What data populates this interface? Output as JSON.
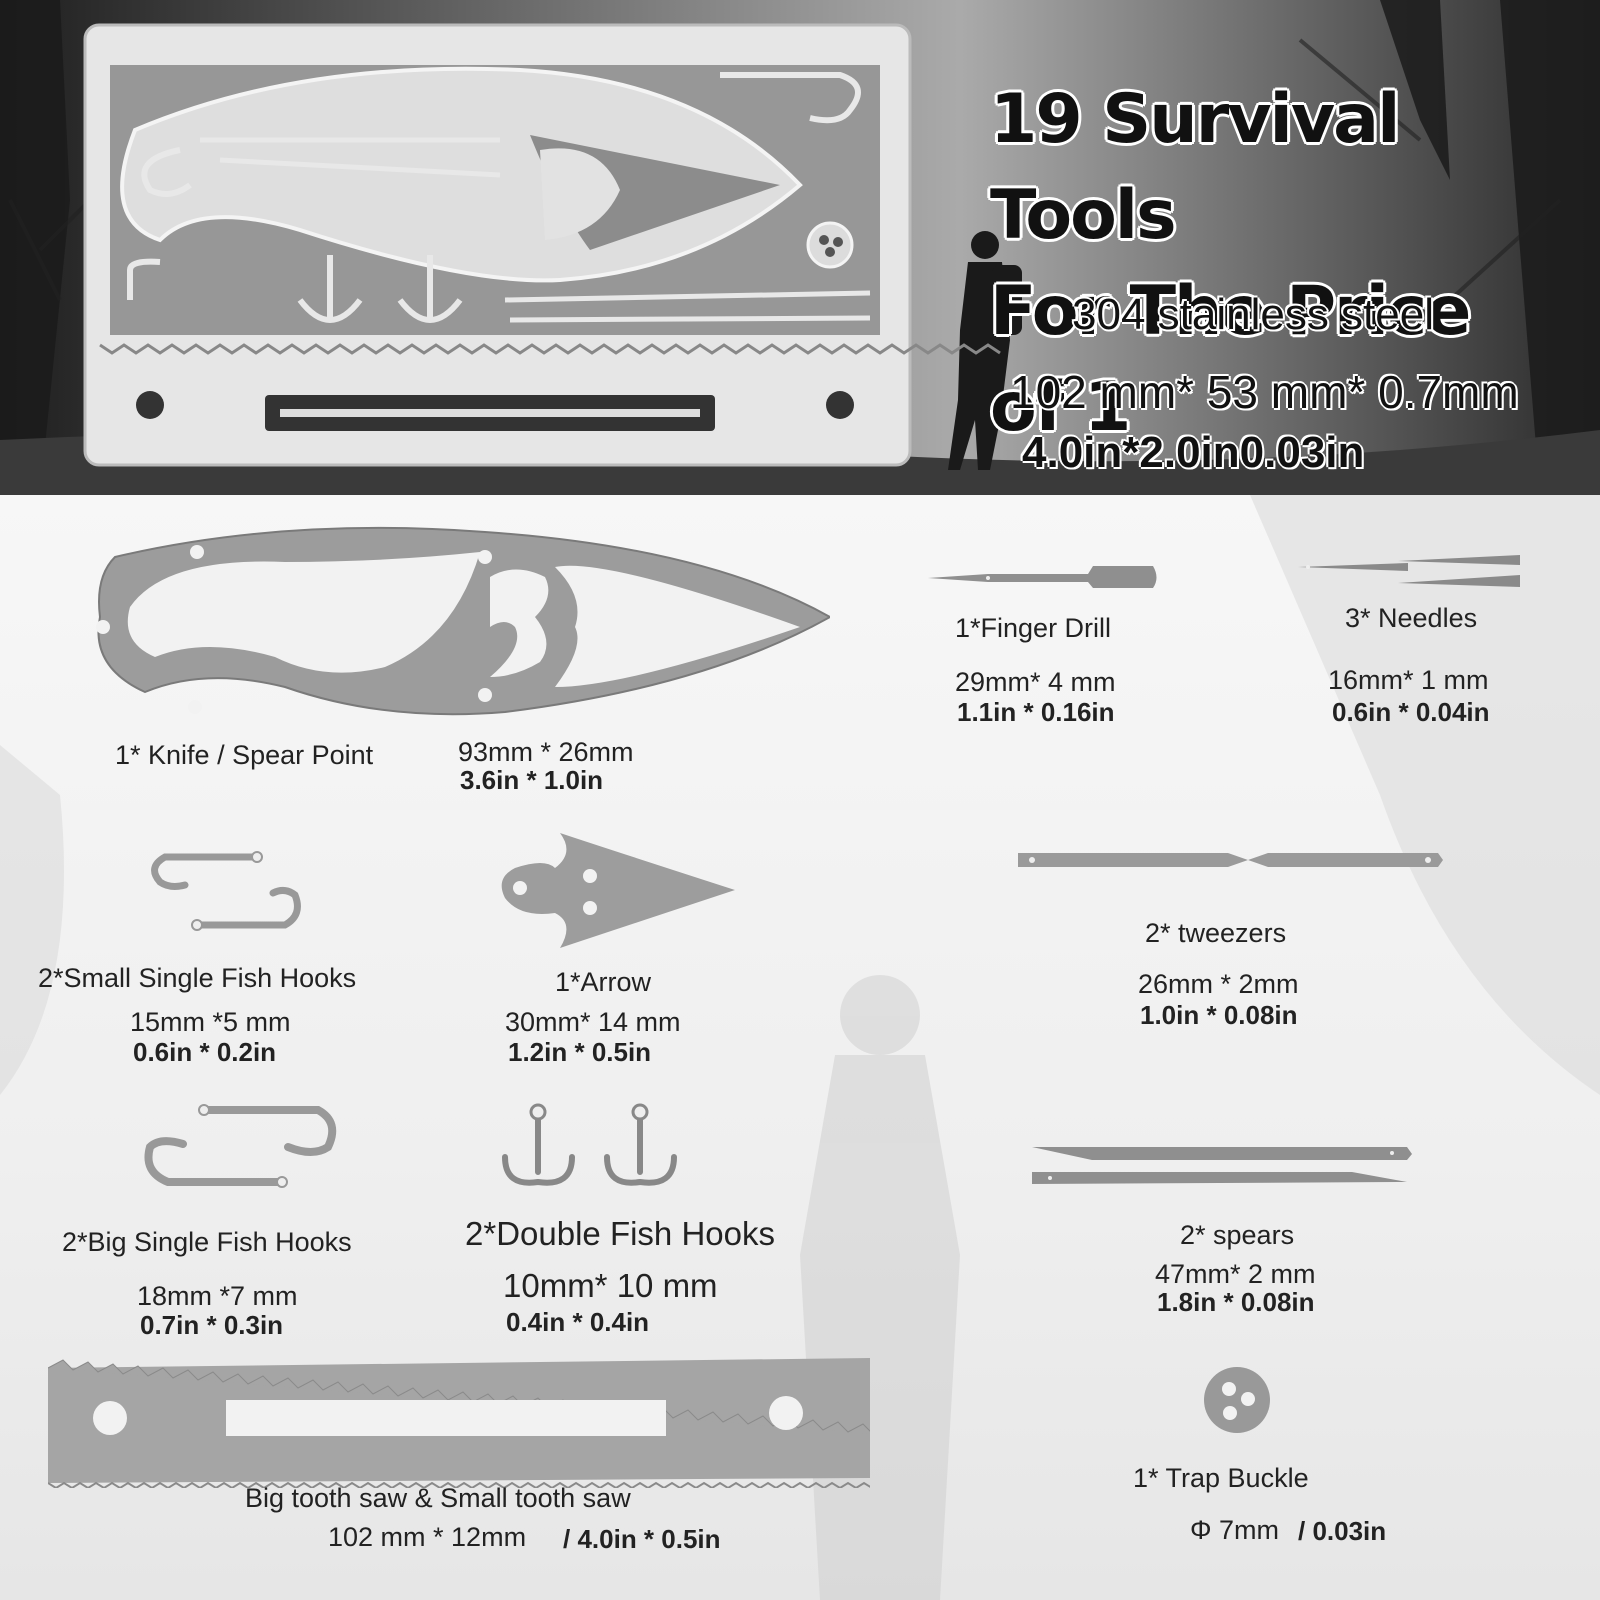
{
  "banner": {
    "headline_line1": "19 Survival Tools",
    "headline_line2": "For The Price of 1",
    "material": "304 stainless steel",
    "size_mm": "102 mm* 53 mm* 0.7mm",
    "size_in": "4.0in*2.0in0.03in"
  },
  "tools": {
    "knife": {
      "name": "1* Knife / Spear Point",
      "mm": "93mm * 26mm",
      "in": "3.6in * 1.0in"
    },
    "finger_drill": {
      "name": "1*Finger Drill",
      "mm": "29mm* 4 mm",
      "in": "1.1in * 0.16in"
    },
    "needles": {
      "name": "3* Needles",
      "mm": "16mm* 1 mm",
      "in": "0.6in * 0.04in"
    },
    "small_hooks": {
      "name": "2*Small Single Fish Hooks",
      "mm": "15mm *5 mm",
      "in": "0.6in * 0.2in"
    },
    "arrow": {
      "name": "1*Arrow",
      "mm": "30mm* 14 mm",
      "in": "1.2in * 0.5in"
    },
    "tweezers": {
      "name": "2* tweezers",
      "mm": "26mm * 2mm",
      "in": "1.0in * 0.08in"
    },
    "big_hooks": {
      "name": "2*Big Single Fish Hooks",
      "mm": "18mm *7 mm",
      "in": "0.7in * 0.3in"
    },
    "double_hooks": {
      "name": "2*Double Fish Hooks",
      "mm": "10mm* 10 mm",
      "in": "0.4in * 0.4in"
    },
    "spears": {
      "name": "2* spears",
      "mm": "47mm* 2 mm",
      "in": "1.8in * 0.08in"
    },
    "saw": {
      "name": "Big tooth saw & Small tooth saw",
      "mm": "102 mm * 12mm",
      "in": "/ 4.0in * 0.5in"
    },
    "trap_buckle": {
      "name": "1* Trap Buckle",
      "mm": "Φ 7mm",
      "in": "/ 0.03in"
    }
  }
}
